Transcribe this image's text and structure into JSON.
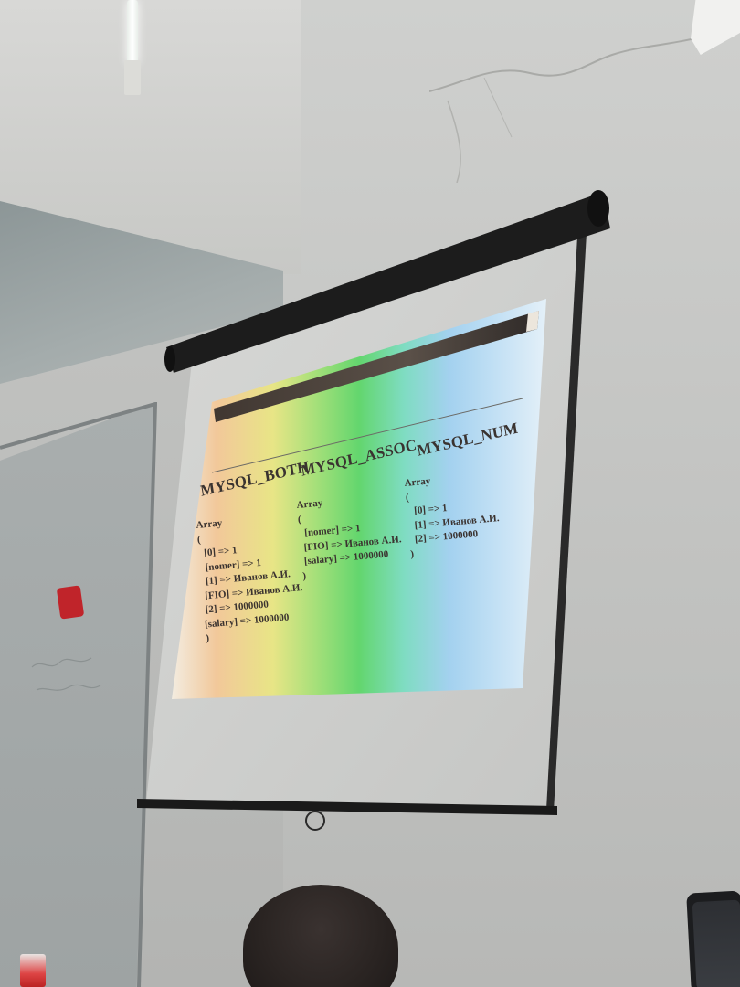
{
  "slide": {
    "columns": [
      {
        "title": "MYSQL_BOTH",
        "lines": [
          "Array",
          "(",
          "[0] => 1",
          "[nomer] => 1",
          "[1] => Иванов А.И.",
          "[FIO] => Иванов А.И.",
          "[2] => 1000000",
          "[salary] => 1000000",
          ")"
        ]
      },
      {
        "title": "MYSQL_ASSOC",
        "lines": [
          "Array",
          "(",
          "[nomer] => 1",
          "[FIO] => Иванов А.И.",
          "[salary] => 1000000",
          ")"
        ]
      },
      {
        "title": "MYSQL_NUM",
        "lines": [
          "Array",
          "(",
          "[0] => 1",
          "[1] => Иванов А.И.",
          "[2] => 1000000",
          ")"
        ]
      }
    ]
  },
  "colors": {
    "wall": "#c3c4c2",
    "screen_housing": "#1e1e1e",
    "slide_title_color": "#3a3330"
  }
}
